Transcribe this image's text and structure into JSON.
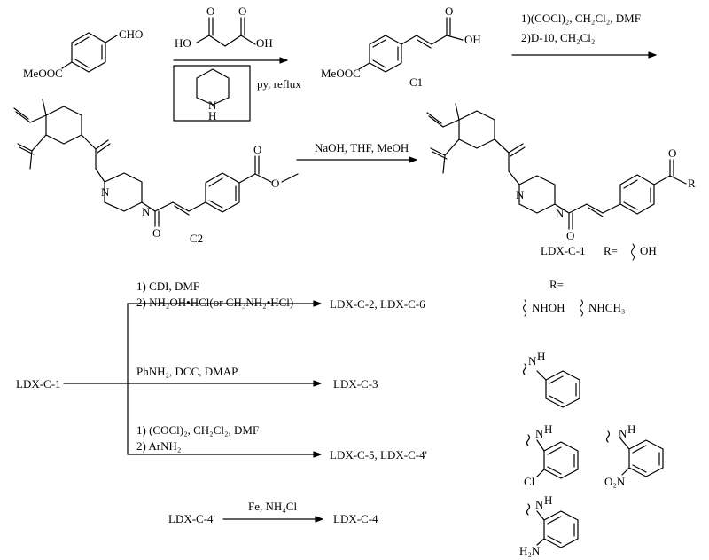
{
  "molecule": {
    "start": {
      "cho": "CHO",
      "ester": "MeOOC"
    },
    "malonic": {
      "ho_left": "HO",
      "oh_right": "OH",
      "o1": "O",
      "o2": "O"
    },
    "piperidine": {
      "n": "N",
      "h": "H"
    },
    "step1_conditions": "py, reflux",
    "c1": {
      "ester": "MeOOC",
      "acid_oh": "OH",
      "o": "O",
      "label": "C1"
    },
    "step2": {
      "line1": "1)(COCl)₂, CH₂Cl₂, DMF",
      "line2": "2)D-10, CH₂Cl₂"
    },
    "c2": {
      "n1": "N",
      "n2": "N",
      "o1": "O",
      "o2": "O",
      "o3": "O",
      "label": "C2"
    },
    "step3_conditions": "NaOH, THF, MeOH",
    "ldx_c1_struct": {
      "n1": "N",
      "n2": "N",
      "o1": "O",
      "o2": "O",
      "r": "R"
    }
  },
  "products": {
    "ldx_c1_label": "LDX-C-1",
    "r_eq_oh": "R=",
    "oh": "OH",
    "r_eq": "R=",
    "nhoh": "NHOH",
    "nhch3": "NHCH₃",
    "nh": "N",
    "h": "H",
    "cl": "Cl",
    "no2": "O₂N",
    "h2n": "H₂N"
  },
  "routes": {
    "start_label": "LDX-C-1",
    "r1_line1": "1) CDI, DMF",
    "r1_line2": "2) NH₂OH•HCl(or CH₃NH₂•HCl)",
    "r1_product": "LDX-C-2, LDX-C-6",
    "r2_line": "PhNH₂, DCC, DMAP",
    "r2_product": "LDX-C-3",
    "r3_line1": "1) (COCl)₂, CH₂Cl₂, DMF",
    "r3_line2": "2) ArNH₂",
    "r3_product": "LDX-C-5, LDX-C-4'",
    "r4_start": "LDX-C-4'",
    "r4_line": "Fe, NH₄Cl",
    "r4_product": "LDX-C-4"
  }
}
